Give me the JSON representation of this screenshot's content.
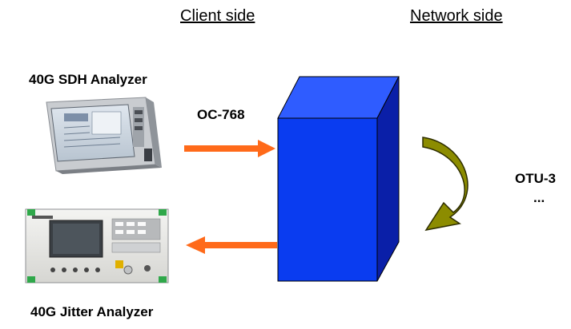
{
  "headers": {
    "client": "Client side",
    "network": "Network side"
  },
  "devices": {
    "sdh_label": "40G SDH Analyzer",
    "jitter_label": "40G Jitter Analyzer"
  },
  "signals": {
    "client_signal": "OC-768",
    "network_signal": "OTU-3",
    "network_more": "..."
  },
  "colors": {
    "box_front": "#0a3cf0",
    "box_top": "#2f5cff",
    "box_side": "#0a1fa8",
    "arrow": "#ff6a1a",
    "curved_arrow": "#8c8c00"
  }
}
